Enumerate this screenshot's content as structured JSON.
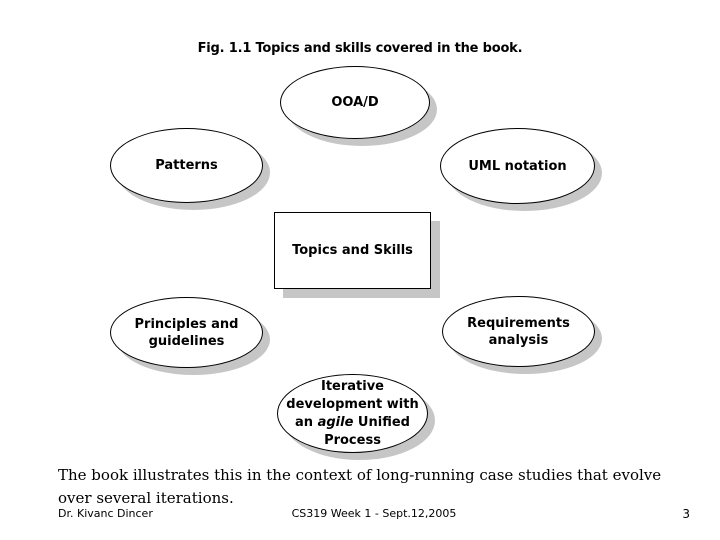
{
  "slide": {
    "title": "Fig. 1.1 Topics and skills covered in the book.",
    "body_text": "The book illustrates this in the context of long-running case studies that evolve over several iterations.",
    "footer": {
      "author": "Dr. Kivanc Dincer",
      "course": "CS319 Week 1 - Sept.12,2005",
      "page_number": "3"
    }
  },
  "diagram": {
    "center_node": {
      "shape": "rectangle",
      "label": "Topics and Skills"
    },
    "nodes": {
      "ooad": {
        "shape": "ellipse",
        "label": "OOA/D"
      },
      "patterns": {
        "shape": "ellipse",
        "label": "Patterns"
      },
      "uml": {
        "shape": "ellipse",
        "label": "UML notation"
      },
      "principles": {
        "shape": "ellipse",
        "lines": [
          "Principles and",
          "guidelines"
        ]
      },
      "requirements": {
        "shape": "ellipse",
        "lines": [
          "Requirements",
          "analysis"
        ]
      },
      "iterative": {
        "shape": "ellipse",
        "line1": "Iterative",
        "line2": "development with",
        "line3_prefix": "an ",
        "line3_italic": "agile",
        "line3_suffix": " Unified",
        "line4": "Process"
      }
    },
    "colors": {
      "shadow": "#c6c6c6",
      "outline": "#000000",
      "fill": "#ffffff"
    }
  }
}
